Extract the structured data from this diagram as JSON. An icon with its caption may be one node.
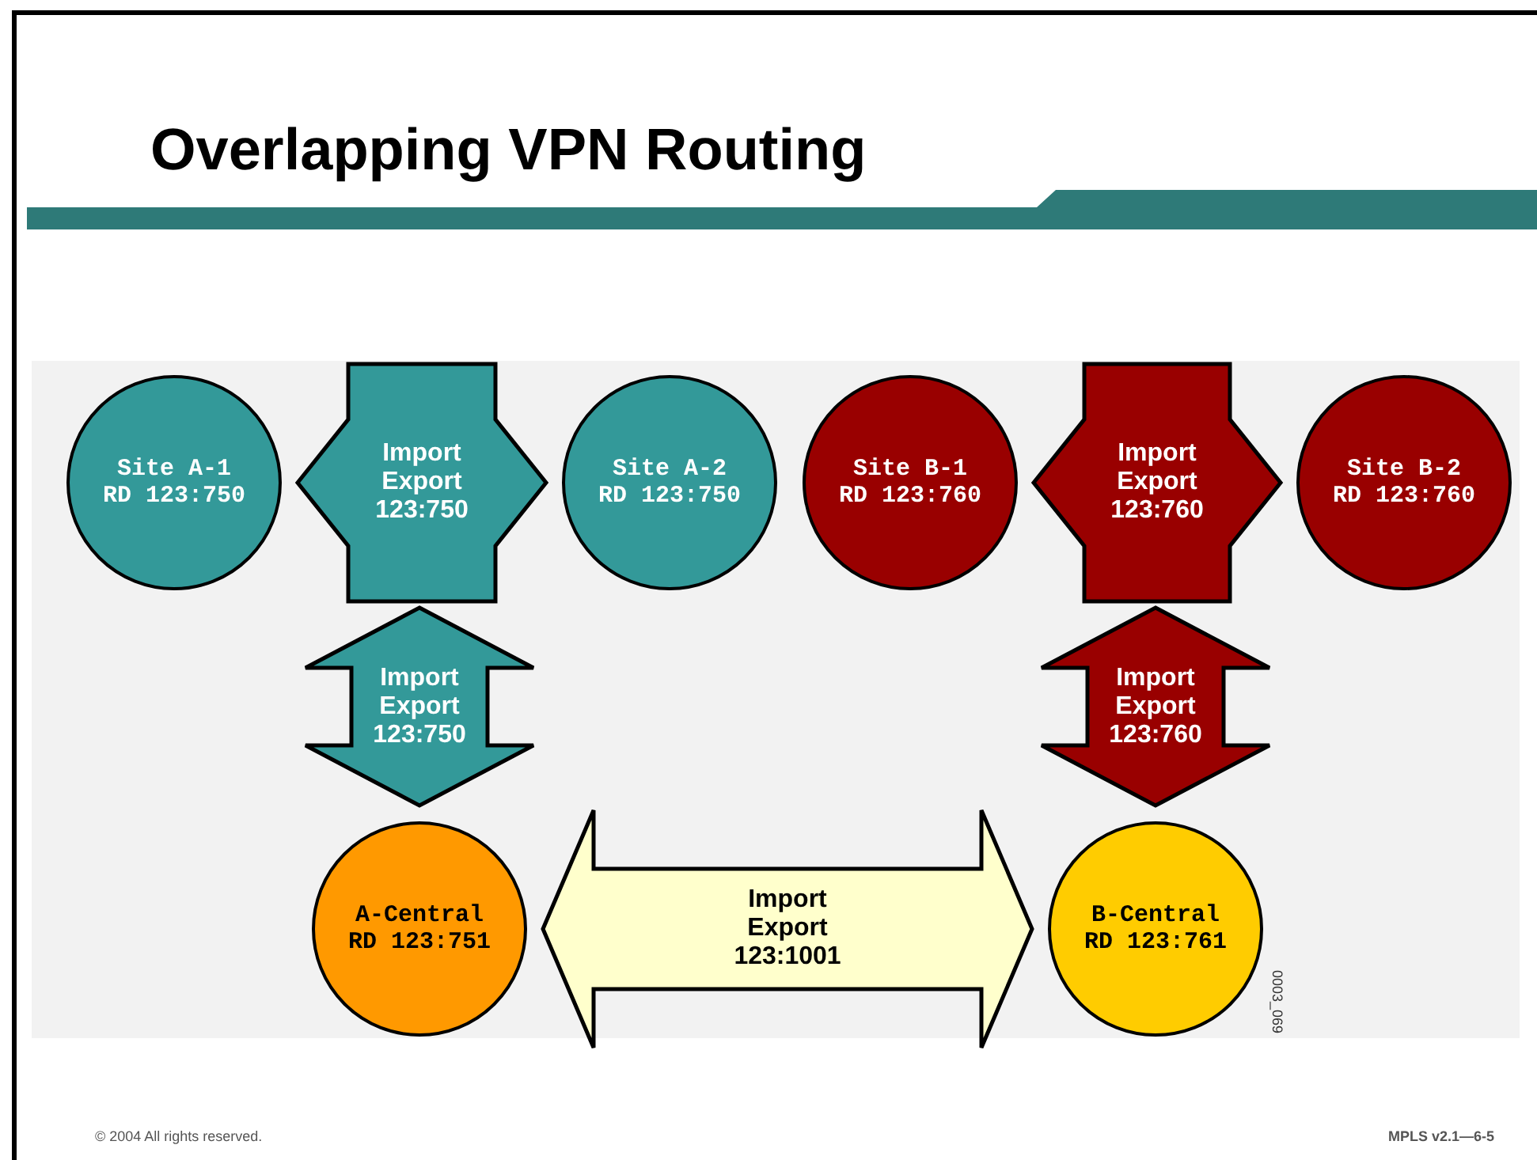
{
  "diagram": {
    "title": "Overlapping VPN Routing",
    "nodes": [
      {
        "text": [
          "Site A-1",
          "RD 123:750"
        ]
      },
      {
        "text": [
          "Site A-2",
          "RD 123:750"
        ]
      },
      {
        "text": [
          "Site B-1",
          "RD 123:760"
        ]
      },
      {
        "text": [
          "Site B-2",
          "RD 123:760"
        ]
      },
      {
        "text": [
          "A-Central",
          "RD 123:751"
        ]
      },
      {
        "text": [
          "B-Central",
          "RD 123:761"
        ]
      }
    ],
    "edges": [
      {
        "from": 0,
        "to": 1,
        "arrow": "both",
        "label": "Import Export 123:750",
        "color": "#339999"
      },
      {
        "from": null,
        "to": 4,
        "arrow": "both",
        "label": "Import Export 123:750",
        "color": "#339999"
      },
      {
        "from": 2,
        "to": 3,
        "arrow": "both",
        "label": "Import Export 123:760",
        "color": "#990000"
      },
      {
        "from": null,
        "to": 5,
        "arrow": "both",
        "label": "Import Export 123:760",
        "color": "#990000"
      },
      {
        "from": 4,
        "to": 5,
        "arrow": "both",
        "label": "Import Export 123:1001",
        "color": "#ffffcc"
      }
    ],
    "labels": [
      "0003_069",
      "© 2004 All rights reserved.",
      "MPLS v2.1—6-5"
    ]
  }
}
